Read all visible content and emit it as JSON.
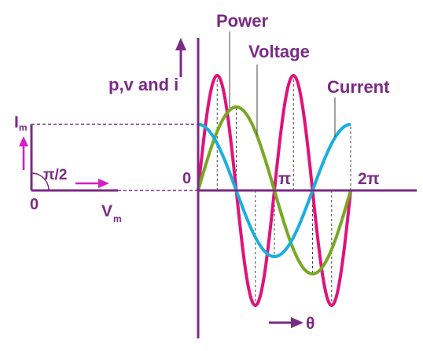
{
  "labels": {
    "power": "Power",
    "voltage": "Voltage",
    "current": "Current",
    "y_axis": "p,v and i",
    "origin": "0",
    "pi": "π",
    "two_pi": "2π",
    "theta": "θ",
    "phasor_origin": "0",
    "phase_angle": "π/2",
    "im_main": "I",
    "im_sub": "m",
    "vm_main": "V",
    "vm_sub": "m"
  },
  "colors": {
    "power": "#e0137a",
    "voltage": "#78a822",
    "current": "#1aaee0",
    "axis": "#7b2a86",
    "arrow": "#d41fc8",
    "text": "#7b2a86",
    "guide": "#444444"
  },
  "waveforms": {
    "cycle_end": "2π",
    "voltage": "sin θ",
    "current": "cos θ",
    "power": "sin 2θ"
  },
  "phasor": {
    "current_angle": "π/2",
    "voltage_angle": "0"
  }
}
